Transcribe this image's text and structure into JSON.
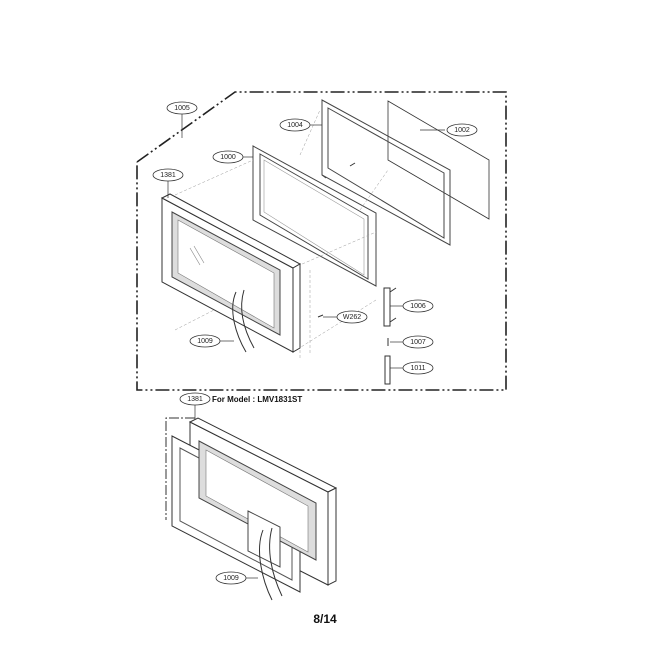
{
  "diagram": {
    "type": "exploded-parts-view",
    "subject": "Microwave door assembly",
    "parts": [
      {
        "id": "p1005",
        "label": "1005"
      },
      {
        "id": "p1004",
        "label": "1004"
      },
      {
        "id": "p1002",
        "label": "1002"
      },
      {
        "id": "p1000",
        "label": "1000"
      },
      {
        "id": "p1381",
        "label": "1381"
      },
      {
        "id": "p1006",
        "label": "1006"
      },
      {
        "id": "pW262",
        "label": "W262"
      },
      {
        "id": "p1007",
        "label": "1007"
      },
      {
        "id": "p1009",
        "label": "1009"
      },
      {
        "id": "p1011",
        "label": "1011"
      },
      {
        "id": "p1381b",
        "label": "1381"
      },
      {
        "id": "p1009b",
        "label": "1009"
      }
    ],
    "model_note": "For Model : LMV1831ST",
    "page_number": "8/14"
  }
}
